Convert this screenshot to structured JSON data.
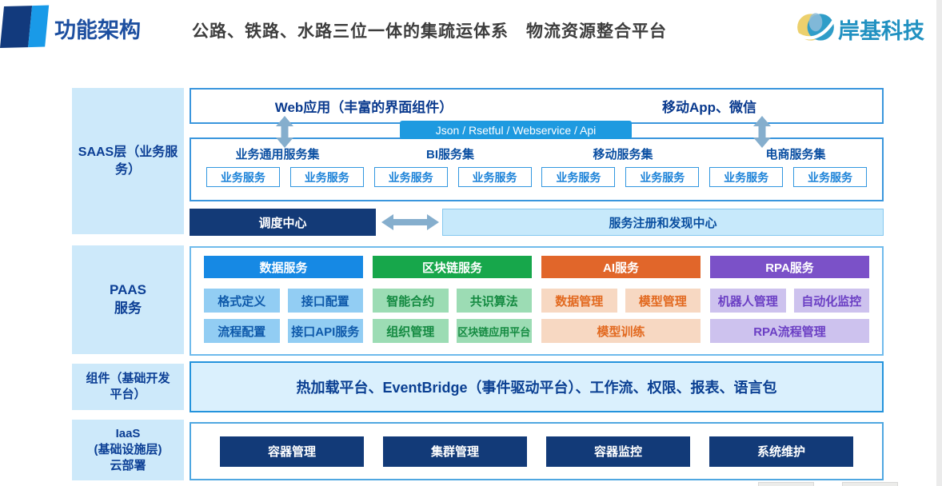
{
  "header": {
    "title": "功能架构",
    "subtitle": "公路、铁路、水路三位一体的集疏运体系　物流资源整合平台",
    "logo_text": "岸基科技"
  },
  "saas": {
    "label": "SAAS层（业务服\n务）",
    "web_app": "Web应用（丰富的界面组件）",
    "mobile_app": "移动App、微信",
    "api_bar": "Json / Rsetful / Webservice / Api",
    "groups": [
      {
        "name": "业务通用服务集",
        "boxes": [
          "业务服务",
          "业务服务"
        ]
      },
      {
        "name": "BI服务集",
        "boxes": [
          "业务服务",
          "业务服务"
        ]
      },
      {
        "name": "移动服务集",
        "boxes": [
          "业务服务",
          "业务服务"
        ]
      },
      {
        "name": "电商服务集",
        "boxes": [
          "业务服务",
          "业务服务"
        ]
      }
    ],
    "dispatch_center": "调度中心",
    "registry_center": "服务注册和发现中心"
  },
  "paas": {
    "label": "PAAS\n服务",
    "columns": [
      {
        "name": "数据服务",
        "color": "#1689e4",
        "row1": [
          "格式定义",
          "接口配置"
        ],
        "row2": [
          "流程配置",
          "接口API服务"
        ]
      },
      {
        "name": "区块链服务",
        "color": "#17a74b",
        "row1": [
          "智能合约",
          "共识算法"
        ],
        "row2": [
          "组织管理",
          "区块链应用平台"
        ]
      },
      {
        "name": "AI服务",
        "color": "#e1662a",
        "row1": [
          "数据管理",
          "模型管理"
        ],
        "row2_wide": "模型训练"
      },
      {
        "name": "RPA服务",
        "color": "#7b51c8",
        "row1": [
          "机器人管理",
          "自动化监控"
        ],
        "row2_wide": "RPA流程管理"
      }
    ]
  },
  "component_layer": {
    "label": "组件（基础开发\n平台）",
    "content": "热加载平台、EventBridge（事件驱动平台）、工作流、权限、报表、语言包"
  },
  "iaas": {
    "label": "IaaS\n(基础设施层)\n云部署",
    "boxes": [
      "容器管理",
      "集群管理",
      "容器监控",
      "系统维护"
    ]
  },
  "palette": {
    "layer_label_bg": "#cde9fa",
    "navy_box": "#133a77",
    "api_bar_bg": "#1e9ae0",
    "registry_bg": "#c7e9fb",
    "arrow": "#85aecd",
    "title_blue": "#1d4fa0",
    "logo_teal": "#2191c1",
    "tint_blue_bg": "#92cdf3",
    "tint_green_bg": "#9cdcb4",
    "tint_orange_bg": "#f7d8c2",
    "tint_purple_bg": "#cdc2ee"
  }
}
